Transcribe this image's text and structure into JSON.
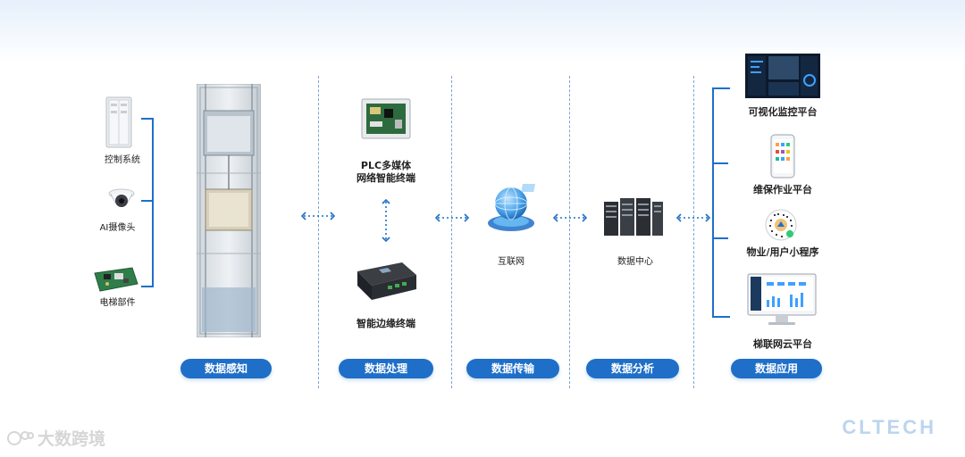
{
  "sensing": {
    "items": [
      {
        "label": "控制系统"
      },
      {
        "label": "AI摄像头"
      },
      {
        "label": "电梯部件"
      }
    ]
  },
  "processing": {
    "plc_label_line1": "PLC多媒体",
    "plc_label_line2": "网络智能终端",
    "edge_label": "智能边缘终端"
  },
  "transmission": {
    "label": "互联网"
  },
  "analysis": {
    "label": "数据中心"
  },
  "application": {
    "items": [
      {
        "label": "可视化监控平台"
      },
      {
        "label": "维保作业平台"
      },
      {
        "label": "物业/用户小程序"
      },
      {
        "label": "梯联网云平台"
      }
    ]
  },
  "stages": [
    {
      "label": "数据感知"
    },
    {
      "label": "数据处理"
    },
    {
      "label": "数据传输"
    },
    {
      "label": "数据分析"
    },
    {
      "label": "数据应用"
    }
  ],
  "brand": "CLTECH",
  "watermark": "大数跨境",
  "colors": {
    "accent": "#1f6fc8",
    "separator": "#7aa6d6",
    "brand": "#bcd5ef"
  }
}
